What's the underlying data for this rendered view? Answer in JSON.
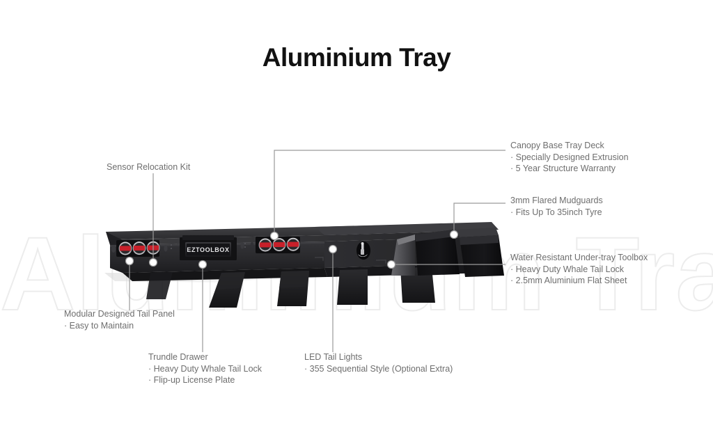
{
  "page": {
    "title": "Aluminium Tray",
    "watermark": "Aluminium Tray",
    "bg_color": "#ffffff",
    "title_color": "#111111",
    "callout_color": "#6e6e6e",
    "leader_color": "#9a9a9a",
    "watermark_color": "#ececec"
  },
  "product": {
    "name": "Aluminium Tray",
    "brand_plate": "EZTOOLBOX",
    "body_color": "#2a2a2c",
    "accent_color": "#c8202a"
  },
  "callouts": [
    {
      "id": "sensor-relocation-kit",
      "heading": "Sensor Relocation Kit",
      "bullets": []
    },
    {
      "id": "canopy-base-tray-deck",
      "heading": "Canopy Base Tray Deck",
      "bullets": [
        "Specially Designed Extrusion",
        "5 Year Structure Warranty"
      ]
    },
    {
      "id": "flared-mudguards",
      "heading": "3mm Flared Mudguards",
      "bullets": [
        "Fits Up To 35inch Tyre"
      ]
    },
    {
      "id": "under-tray-toolbox",
      "heading": "Water Resistant Under-tray Toolbox",
      "bullets": [
        "Heavy Duty Whale Tail Lock",
        "2.5mm Aluminium Flat Sheet"
      ]
    },
    {
      "id": "modular-tail-panel",
      "heading": "Modular Designed Tail Panel",
      "bullets": [
        "Easy to Maintain"
      ]
    },
    {
      "id": "trundle-drawer",
      "heading": "Trundle Drawer",
      "bullets": [
        "Heavy Duty Whale Tail Lock",
        "Flip-up License Plate"
      ]
    },
    {
      "id": "led-tail-lights",
      "heading": "LED Tail Lights",
      "bullets": [
        "355 Sequential Style (Optional Extra)"
      ]
    }
  ]
}
